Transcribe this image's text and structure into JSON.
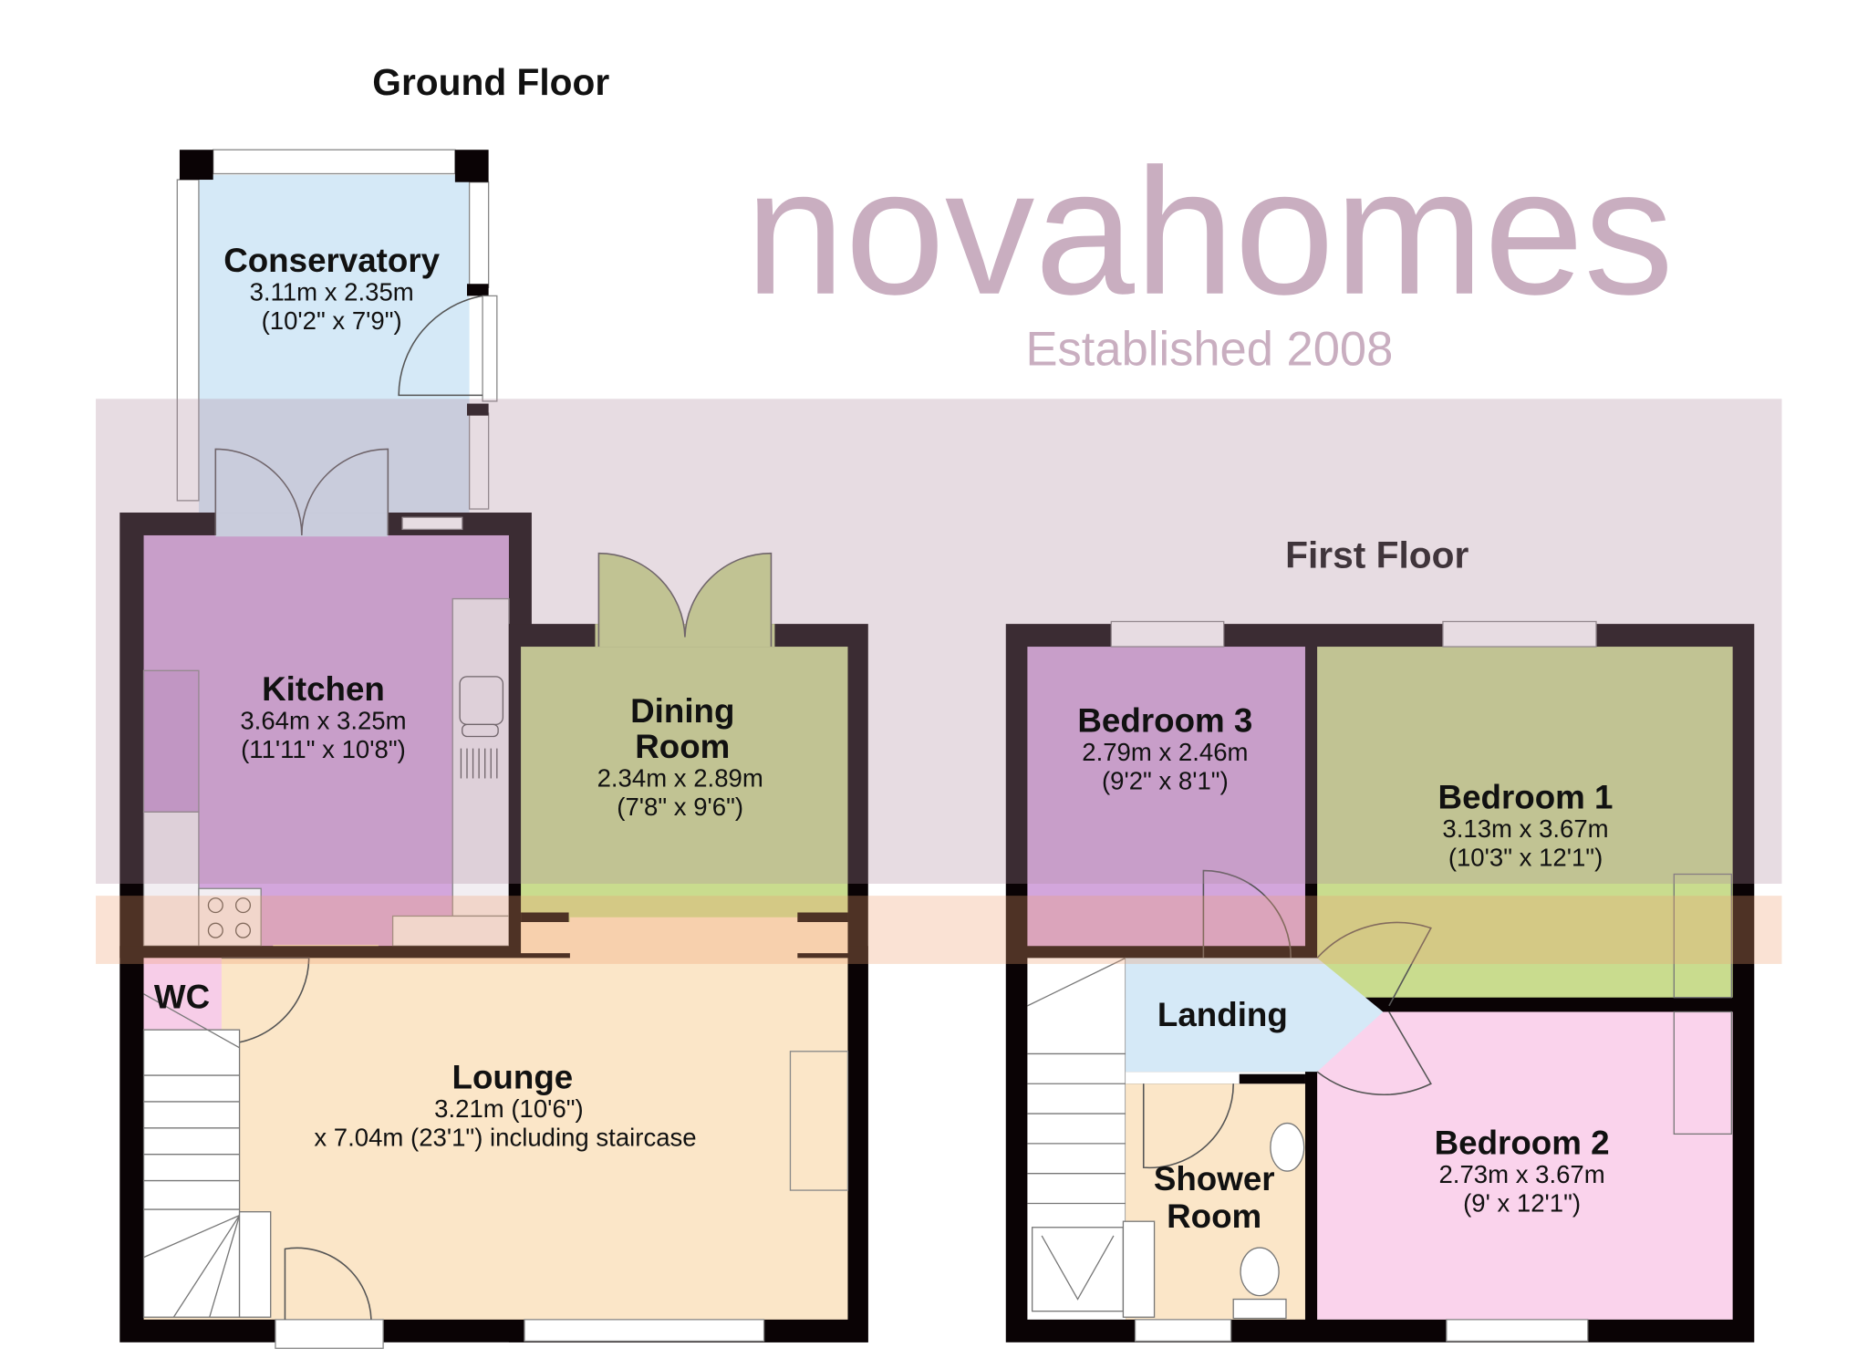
{
  "ground_floor": {
    "title": "Ground Floor",
    "rooms": {
      "conservatory": {
        "name": "Conservatory",
        "metric": "3.11m x 2.35m",
        "imperial": "(10'2\" x 7'9\")"
      },
      "kitchen": {
        "name": "Kitchen",
        "metric": "3.64m x 3.25m",
        "imperial": "(11'11\" x 10'8\")"
      },
      "dining": {
        "name_line1": "Dining",
        "name_line2": "Room",
        "metric": "2.34m x 2.89m",
        "imperial": "(7'8\" x 9'6\")"
      },
      "wc": {
        "name": "WC"
      },
      "lounge": {
        "name": "Lounge",
        "line1": "3.21m (10'6\")",
        "line2": "x 7.04m (23'1\") including staircase"
      }
    }
  },
  "first_floor": {
    "title": "First Floor",
    "rooms": {
      "bedroom3": {
        "name": "Bedroom 3",
        "metric": "2.79m x 2.46m",
        "imperial": "(9'2\" x 8'1\")"
      },
      "bedroom1": {
        "name": "Bedroom 1",
        "metric": "3.13m x 3.67m",
        "imperial": "(10'3\" x 12'1\")"
      },
      "landing": {
        "name": "Landing"
      },
      "shower": {
        "name_line1": "Shower",
        "name_line2": "Room"
      },
      "bedroom2": {
        "name": "Bedroom 2",
        "metric": "2.73m x 3.67m",
        "imperial": "(9' x 12'1\")"
      }
    }
  },
  "watermark": {
    "brand": "novahomes",
    "tagline": "Established 2008"
  },
  "colors": {
    "conservatory": "#d5e9f7",
    "kitchen": "#d3a6dc",
    "dining": "#c9dc8e",
    "lounge": "#fbe6c8",
    "wc": "#f7cde8",
    "bedroom3": "#d3a6dc",
    "bedroom1": "#c9dc8e",
    "bedroom2": "#fad3ec",
    "landing": "#d5e9f7",
    "shower": "#fbe6c8",
    "wall": "#0a0305"
  }
}
